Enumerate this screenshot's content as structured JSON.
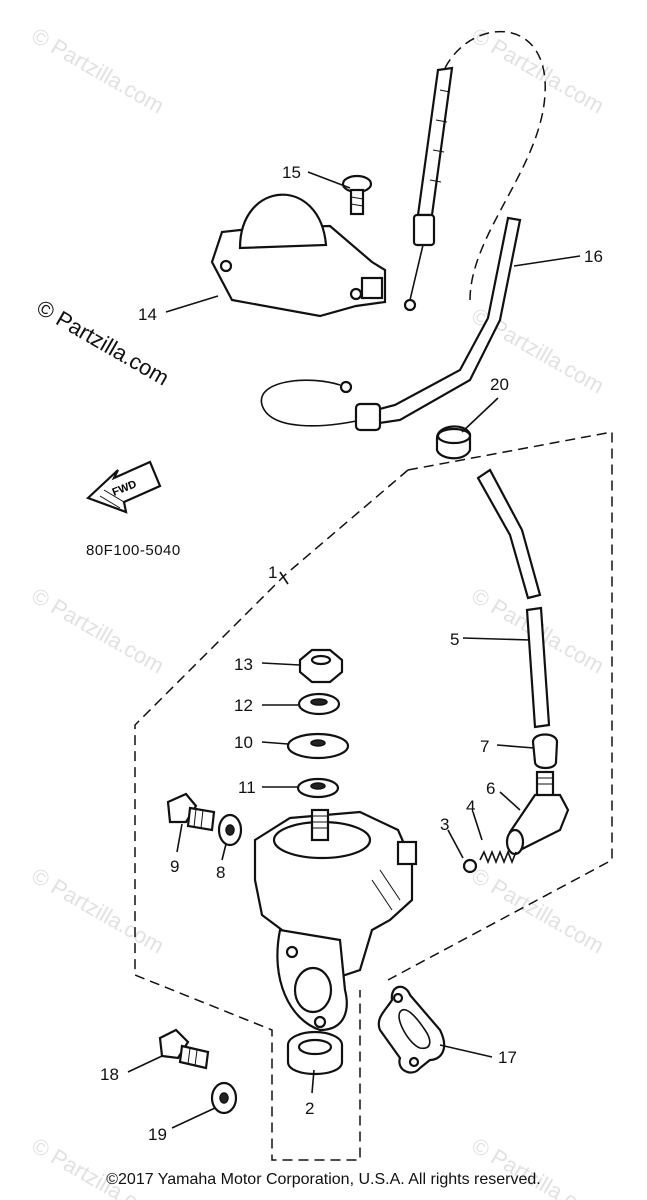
{
  "diagram": {
    "code": "80F100-5040",
    "arrow_text": "FWD",
    "watermark_corner": "© Partzilla.com",
    "watermark": "© Partzilla.com",
    "copyright": "©2017 Yamaha Motor Corporation, U.S.A. All rights reserved.",
    "callouts": [
      "1",
      "2",
      "3",
      "4",
      "5",
      "6",
      "7",
      "8",
      "9",
      "10",
      "11",
      "12",
      "13",
      "14",
      "15",
      "16",
      "17",
      "18",
      "19",
      "20"
    ]
  }
}
